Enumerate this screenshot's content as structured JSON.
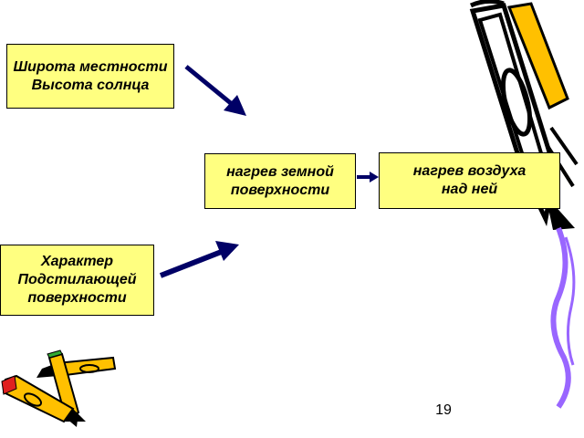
{
  "colors": {
    "box_fill": "#ffff80",
    "arrow": "#000066",
    "crayon_yellow": "#ffc000",
    "crayon_red": "#e02020",
    "crayon_green": "#33aa33",
    "squiggle": "#9966ff"
  },
  "boxes": {
    "latitude_lines": [
      "Широта местности",
      "Высота солнца"
    ],
    "surface_heating_lines": [
      "нагрев земной",
      "поверхности"
    ],
    "air_heating_lines": [
      "нагрев воздуха",
      "над ней"
    ],
    "underlying_surface_lines": [
      "Характер",
      "Подстилающей",
      "поверхности"
    ]
  },
  "icons": [
    "pencil-icon",
    "crayons-icon"
  ],
  "page_number": "19"
}
